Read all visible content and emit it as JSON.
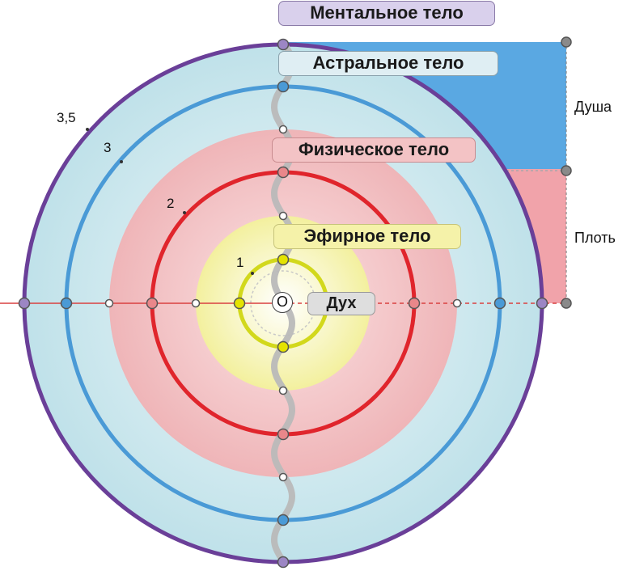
{
  "labels": {
    "mental": "Ментальное тело",
    "astral": "Астральное тело",
    "physical": "Физическое тело",
    "etheric": "Эфирное тело",
    "spirit": "Дух",
    "center": "O"
  },
  "side_labels": {
    "soul": "Душа",
    "flesh": "Плоть"
  },
  "ring_numbers": [
    "3,5",
    "3",
    "2",
    "1"
  ],
  "colors": {
    "outer_fill": "#c9e6ec",
    "blue_ring": "#4a9ad6",
    "purple_ring": "#6a3f98",
    "pink_fill": "#f2c0c2",
    "red_ring": "#e0252c",
    "yellow_fill": "#f6f3b8",
    "yellow_ring": "#d2d81c",
    "mental_label_bg": "#d9d0ec",
    "astral_label_bg": "#dfeef3",
    "physical_label_bg": "#f3c3c5",
    "etheric_label_bg": "#f5f2a9",
    "soul_box": "#5aa8e2",
    "flesh_box": "#f1a3aa"
  }
}
